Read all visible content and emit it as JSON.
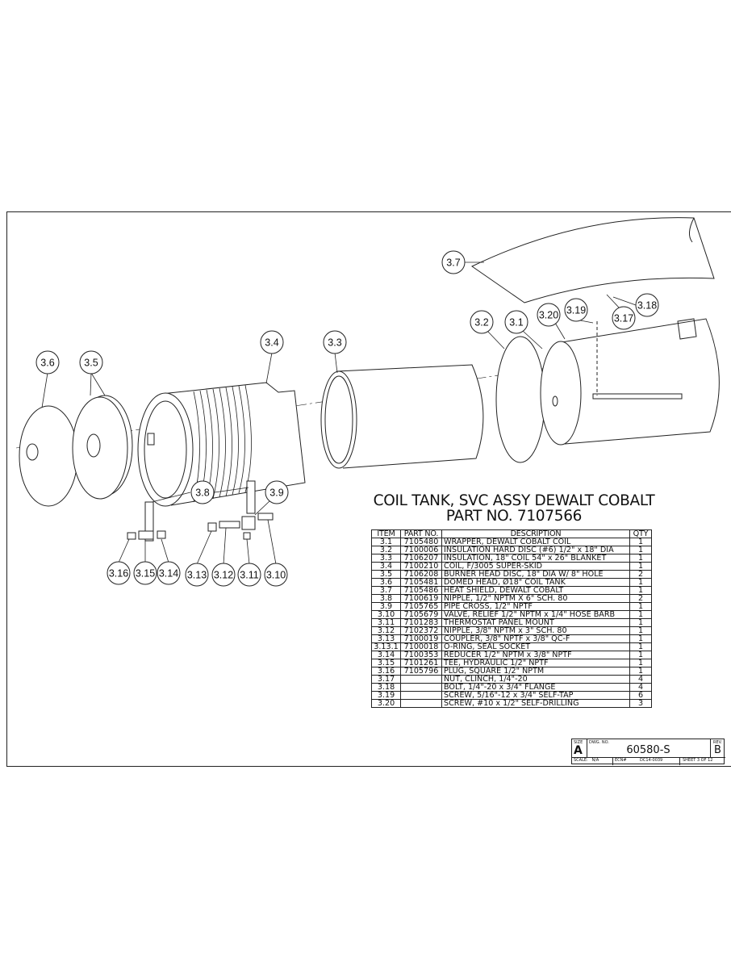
{
  "title": {
    "line1": "COIL TANK, SVC ASSY DEWALT COBALT",
    "line2": "PART NO. 7107566"
  },
  "callouts": [
    "3.7",
    "3.2",
    "3.1",
    "3.20",
    "3.19",
    "3.18",
    "3.17",
    "3.4",
    "3.3",
    "3.6",
    "3.5",
    "3.8",
    "3.9",
    "3.16",
    "3.15",
    "3.14",
    "3.13",
    "3.12",
    "3.11",
    "3.10"
  ],
  "bom": {
    "headers": [
      "ITEM",
      "PART NO.",
      "DESCRIPTION",
      "QTY"
    ],
    "rows": [
      [
        "3.1",
        "7105480",
        "WRAPPER, DEWALT COBALT COIL",
        "1"
      ],
      [
        "3.2",
        "7100006",
        "INSULATION HARD DISC (#6) 1/2\" x 18\" DIA",
        "1"
      ],
      [
        "3.3",
        "7106207",
        "INSULATION, 18\" COIL 54\" x 26\" BLANKET",
        "1"
      ],
      [
        "3.4",
        "7100210",
        "COIL, F/3005 SUPER-SKID",
        "1"
      ],
      [
        "3.5",
        "7106208",
        "BURNER HEAD DISC, 18\" DIA W/ 8\" HOLE",
        "2"
      ],
      [
        "3.6",
        "7105481",
        "DOMED HEAD, Ø18\" COIL TANK",
        "1"
      ],
      [
        "3.7",
        "7105486",
        "HEAT SHIELD, DEWALT COBALT",
        "1"
      ],
      [
        "3.8",
        "7100619",
        "NIPPLE, 1/2\" NPTM X 6\" SCH. 80",
        "2"
      ],
      [
        "3.9",
        "7105765",
        "PIPE CROSS, 1/2\" NPTF",
        "1"
      ],
      [
        "3.10",
        "7105679",
        "VALVE, RELIEF 1/2\" NPTM x 1/4\" HOSE BARB",
        "1"
      ],
      [
        "3.11",
        "7101283",
        "THERMOSTAT PANEL MOUNT",
        "1"
      ],
      [
        "3.12",
        "7102372",
        "NIPPLE, 3/8\" NPTM x 3\" SCH. 80",
        "1"
      ],
      [
        "3.13",
        "7100019",
        "COUPLER, 3/8\" NPTF x 3/8\" QC-F",
        "1"
      ],
      [
        "3.13.1",
        "7100018",
        "O-RING, SEAL SOCKET",
        "1"
      ],
      [
        "3.14",
        "7100353",
        "REDUCER 1/2\" NPTM x 3/8\" NPTF",
        "1"
      ],
      [
        "3.15",
        "7101261",
        "TEE, HYDRAULIC 1/2\" NPTF",
        "1"
      ],
      [
        "3.16",
        "7105796",
        "PLUG, SQUARE 1/2\" NPTM",
        "1"
      ],
      [
        "3.17",
        "",
        "NUT, CLINCH, 1/4\"-20",
        "4"
      ],
      [
        "3.18",
        "",
        "BOLT, 1/4\"-20 x 3/4\" FLANGE",
        "4"
      ],
      [
        "3.19",
        "",
        "SCREW, 5/16\"-12 x 3/4\" SELF-TAP",
        "6"
      ],
      [
        "3.20",
        "",
        "SCREW, #10 x 1/2\" SELF-DRILLING",
        "3"
      ]
    ]
  },
  "title_block": {
    "size_label": "SIZE",
    "size": "A",
    "dwg_label": "DWG. NO.",
    "dwg_no": "60580-S",
    "rev_label": "REV.",
    "rev": "B",
    "scale": "SCALE:   N/A",
    "ecn_label": "ECN#",
    "ecn": "DC14-0039",
    "sheet": "SHEET 3 OF 12"
  }
}
